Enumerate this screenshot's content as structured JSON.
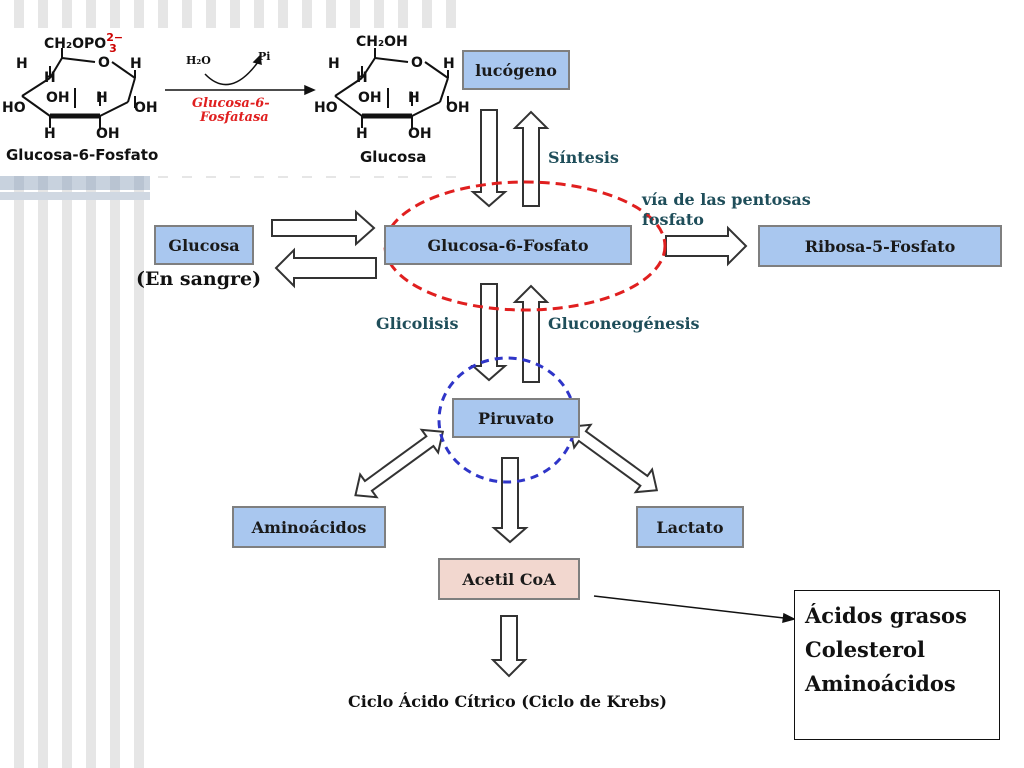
{
  "structures": {
    "g6p_formula_top": "CH₂OPO",
    "g6p_charge": "2−",
    "g6p_subscript": "3",
    "g6p_name": "Glucosa-6-Fosfato",
    "glucose_formula_top": "CH₂OH",
    "glucose_name": "Glucosa",
    "water": "H₂O",
    "pi": "Pi",
    "enzyme_line1": "Glucosa-6-",
    "enzyme_line2": "Fosfatasa",
    "atoms": {
      "H": "H",
      "OH": "OH",
      "HO": "HO",
      "O": "O"
    }
  },
  "nodes": {
    "glucogeno": "lucógeno",
    "g6p": "Glucosa-6-Fosfato",
    "glucosa": "Glucosa",
    "ribosa": "Ribosa-5-Fosfato",
    "piruvato": "Piruvato",
    "aminoacidos": "Aminoácidos",
    "lactato": "Lactato",
    "acetil": "Acetil CoA"
  },
  "labels": {
    "sintesis": "Síntesis",
    "pentosas_line1": "vía de las pentosas",
    "pentosas_line2": "fosfato",
    "en_sangre": "(En sangre)",
    "glicolisis": "Glicolisis",
    "gluconeogenesis": "Gluconeogénesis",
    "krebs": "Ciclo Ácido Cítrico (Ciclo de Krebs)"
  },
  "products": [
    "Ácidos grasos",
    "Colesterol",
    "Aminoácidos"
  ],
  "colors": {
    "box_fill": "#a9c7ef",
    "acetil_fill": "#f2d7cf",
    "red_ellipse": "#e01f1f",
    "blue_ellipse": "#2f35c8",
    "enzyme_text": "#e01f1f",
    "label_text": "#1f4e5a"
  }
}
